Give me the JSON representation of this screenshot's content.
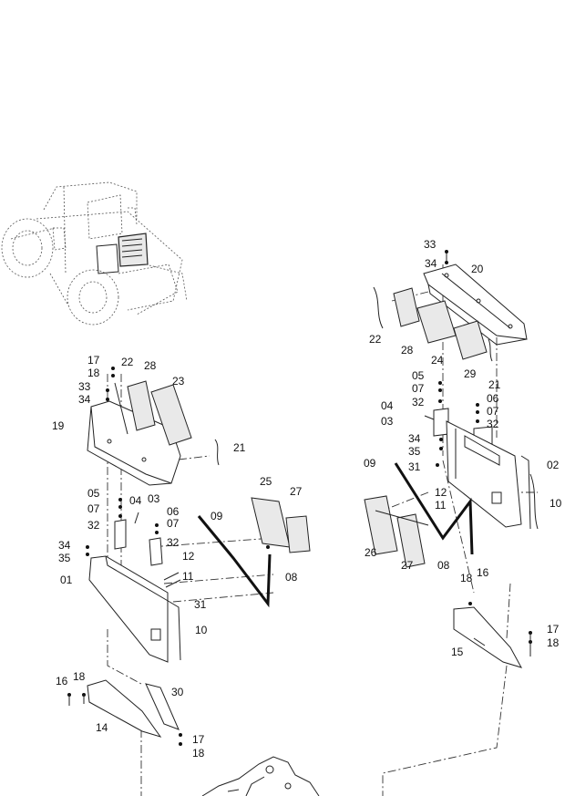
{
  "labels": [
    {
      "id": "l-33-r",
      "text": "33"
    },
    {
      "id": "l-34-r",
      "text": "34"
    },
    {
      "id": "l-20",
      "text": "20"
    },
    {
      "id": "l-22-r",
      "text": "22"
    },
    {
      "id": "l-28-r",
      "text": "28"
    },
    {
      "id": "l-24",
      "text": "24"
    },
    {
      "id": "l-29",
      "text": "29"
    },
    {
      "id": "l-21-r",
      "text": "21"
    },
    {
      "id": "l-05-r",
      "text": "05"
    },
    {
      "id": "l-07-r1",
      "text": "07"
    },
    {
      "id": "l-32-r1",
      "text": "32"
    },
    {
      "id": "l-06-r",
      "text": "06"
    },
    {
      "id": "l-07-r2",
      "text": "07"
    },
    {
      "id": "l-04-r",
      "text": "04"
    },
    {
      "id": "l-32-r2",
      "text": "32"
    },
    {
      "id": "l-03-r",
      "text": "03"
    },
    {
      "id": "l-34-r2",
      "text": "34"
    },
    {
      "id": "l-35-r",
      "text": "35"
    },
    {
      "id": "l-09-r",
      "text": "09"
    },
    {
      "id": "l-02",
      "text": "02"
    },
    {
      "id": "l-31-r",
      "text": "31"
    },
    {
      "id": "l-12-r",
      "text": "12"
    },
    {
      "id": "l-11-r",
      "text": "11"
    },
    {
      "id": "l-10-r",
      "text": "10"
    },
    {
      "id": "l-26",
      "text": "26"
    },
    {
      "id": "l-27-r",
      "text": "27"
    },
    {
      "id": "l-08-r",
      "text": "08"
    },
    {
      "id": "l-18-r",
      "text": "18"
    },
    {
      "id": "l-16-r",
      "text": "16"
    },
    {
      "id": "l-17-r2",
      "text": "17"
    },
    {
      "id": "l-18-r2",
      "text": "18"
    },
    {
      "id": "l-15",
      "text": "15"
    },
    {
      "id": "l-17-l",
      "text": "17"
    },
    {
      "id": "l-18-l",
      "text": "18"
    },
    {
      "id": "l-22-l",
      "text": "22"
    },
    {
      "id": "l-28-l",
      "text": "28"
    },
    {
      "id": "l-33-l",
      "text": "33"
    },
    {
      "id": "l-23",
      "text": "23"
    },
    {
      "id": "l-34-l",
      "text": "34"
    },
    {
      "id": "l-19",
      "text": "19"
    },
    {
      "id": "l-21-l",
      "text": "21"
    },
    {
      "id": "l-05-l",
      "text": "05"
    },
    {
      "id": "l-04-l",
      "text": "04"
    },
    {
      "id": "l-03-l",
      "text": "03"
    },
    {
      "id": "l-07-l1",
      "text": "07"
    },
    {
      "id": "l-06-l",
      "text": "06"
    },
    {
      "id": "l-09-l",
      "text": "09"
    },
    {
      "id": "l-32-l1",
      "text": "32"
    },
    {
      "id": "l-07-l2",
      "text": "07"
    },
    {
      "id": "l-25",
      "text": "25"
    },
    {
      "id": "l-27-l",
      "text": "27"
    },
    {
      "id": "l-32-l2",
      "text": "32"
    },
    {
      "id": "l-34-l2",
      "text": "34"
    },
    {
      "id": "l-35-l",
      "text": "35"
    },
    {
      "id": "l-12-l",
      "text": "12"
    },
    {
      "id": "l-01",
      "text": "01"
    },
    {
      "id": "l-11-l",
      "text": "11"
    },
    {
      "id": "l-08-l",
      "text": "08"
    },
    {
      "id": "l-31-l",
      "text": "31"
    },
    {
      "id": "l-10-l",
      "text": "10"
    },
    {
      "id": "l-16-l",
      "text": "16"
    },
    {
      "id": "l-18-l2",
      "text": "18"
    },
    {
      "id": "l-30",
      "text": "30"
    },
    {
      "id": "l-14",
      "text": "14"
    },
    {
      "id": "l-17-l2",
      "text": "17"
    },
    {
      "id": "l-18-l3",
      "text": "18"
    }
  ]
}
